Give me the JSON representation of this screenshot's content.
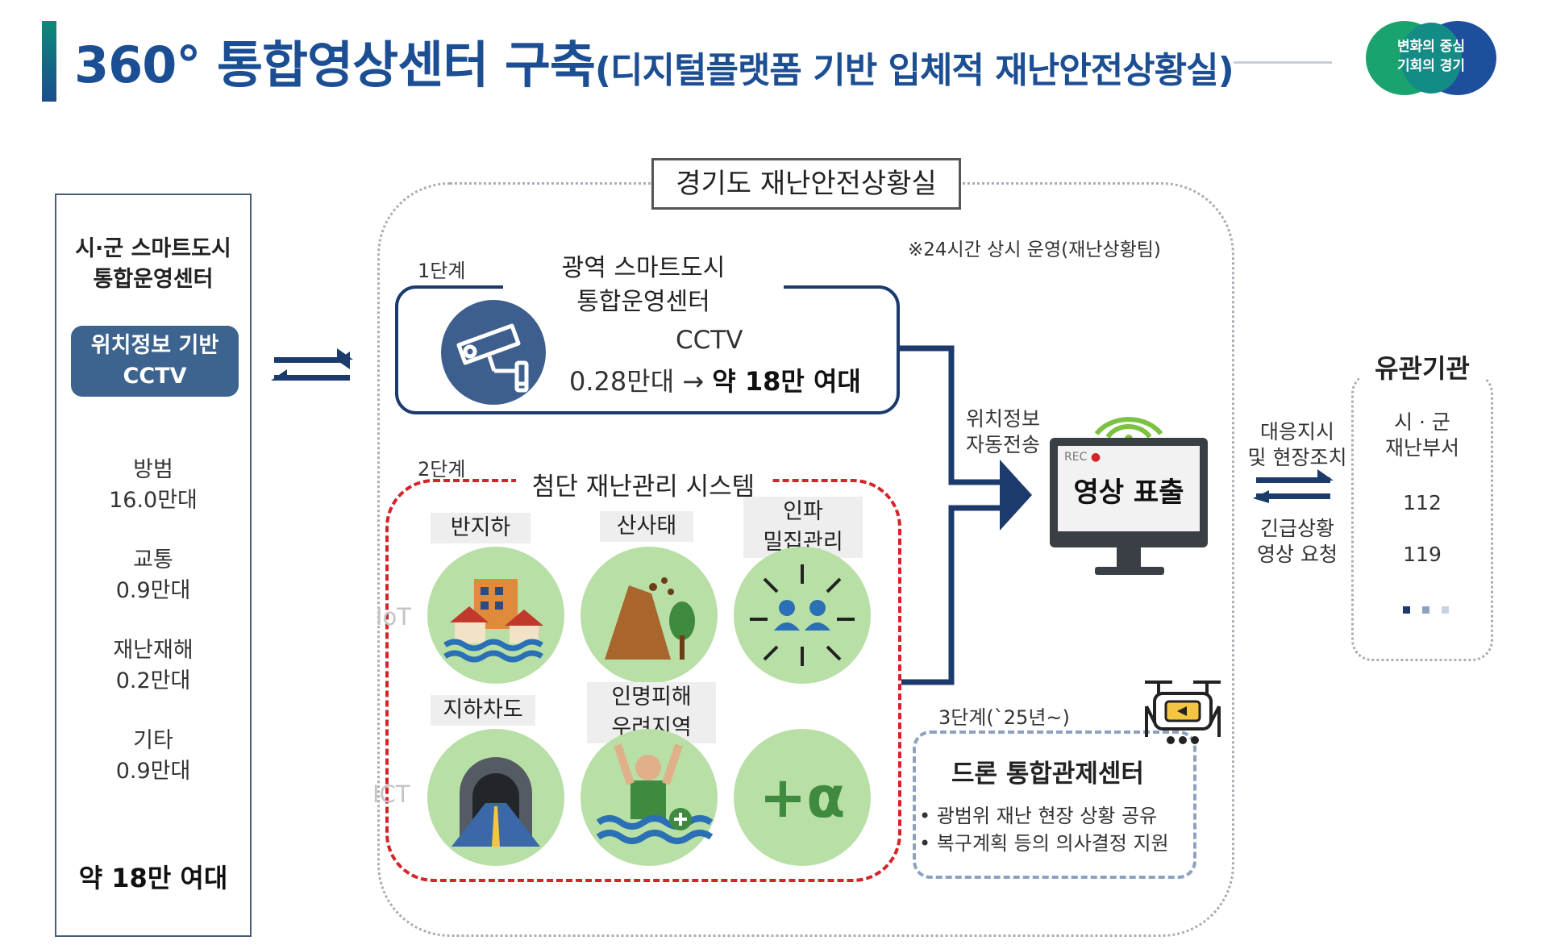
{
  "header": {
    "title_main": "360° 통합영상센터 구축",
    "title_sub": "(디지털플랫폼 기반 입체적 재난안전상황실)",
    "logo_line1": "변화의 중심",
    "logo_line2": "기회의 경기"
  },
  "left_panel": {
    "title_line1": "시·군 스마트도시",
    "title_line2": "통합운영센터",
    "chip_line1": "위치정보 기반",
    "chip_line2": "CCTV",
    "items": [
      {
        "name": "방범",
        "count": "16.0만대"
      },
      {
        "name": "교통",
        "count": "0.9만대"
      },
      {
        "name": "재난재해",
        "count": "0.2만대"
      },
      {
        "name": "기타",
        "count": "0.9만대"
      }
    ],
    "total": "약 18만 여대"
  },
  "center": {
    "region_label": "경기도 재난안전상황실",
    "note": "※24시간 상시 운영(재난상황팀)",
    "stage1": {
      "step": "1단계",
      "title_line1": "광역 스마트도시",
      "title_line2": "통합운영센터",
      "cctv": "CCTV",
      "count_from": "0.28만대 → ",
      "count_to": "약 18만 여대"
    },
    "stage2": {
      "step": "2단계",
      "title": "첨단 재난관리 시스템",
      "iot": "IoT",
      "ict": "ICT",
      "items": [
        {
          "label": "반지하",
          "icon": "flood-house-icon"
        },
        {
          "label": "산사태",
          "icon": "landslide-icon"
        },
        {
          "label_line1": "인파",
          "label_line2": "밀집관리",
          "icon": "crowd-icon"
        },
        {
          "label": "지하차도",
          "icon": "tunnel-icon"
        },
        {
          "label_line1": "인명피해",
          "label_line2": "우려지역",
          "icon": "drowning-person-icon"
        },
        {
          "label": "+α",
          "icon": "plus-alpha-icon"
        }
      ]
    },
    "monitor_label_line1": "위치정보",
    "monitor_label_line2": "자동전송",
    "monitor_rec": "REC",
    "monitor_text": "영상 표출",
    "stage3": {
      "step": "3단계(`25년~)",
      "title": "드론 통합관제센터",
      "items": [
        "• 광범위 재난 현장 상황 공유",
        "• 복구계획 등의 의사결정 지원"
      ]
    }
  },
  "right": {
    "top_line1": "대응지시",
    "top_line2": "및 현장조치",
    "bottom_line1": "긴급상황",
    "bottom_line2": "영상 요청",
    "related_title": "유관기관",
    "related_item1_line1": "시 · 군",
    "related_item1_line2": "재난부서",
    "related_item2": "112",
    "related_item3": "119"
  },
  "colors": {
    "navy": "#1c3a6b",
    "title_blue": "#1c4e93",
    "red_dash": "#d5232a",
    "green_circle": "#b8dfa6",
    "chip_blue": "#3d648f"
  }
}
